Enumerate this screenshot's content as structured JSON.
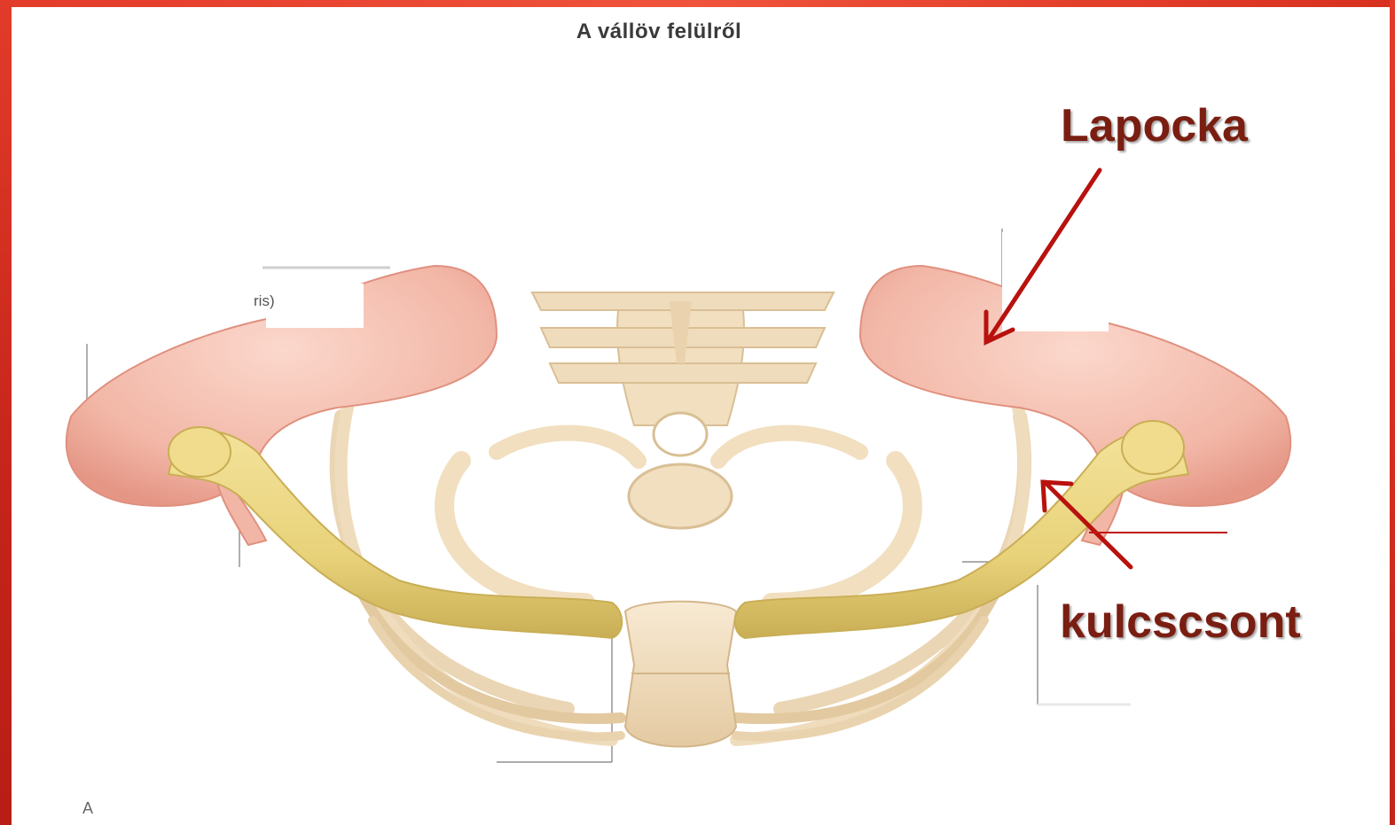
{
  "title": "A vállöv felülről",
  "labels": {
    "scapula": "Lapocka",
    "clavicle": "kulcscsont"
  },
  "fragments": {
    "ris": "ris)",
    "a": "A"
  },
  "colors": {
    "frame": "#e23b2a",
    "scapula": "#f2b6a6",
    "clavicle": "#e8d27a",
    "bone": "#f1dfc0",
    "arrow": "#b8120e",
    "label_text": "#7a1e12"
  }
}
